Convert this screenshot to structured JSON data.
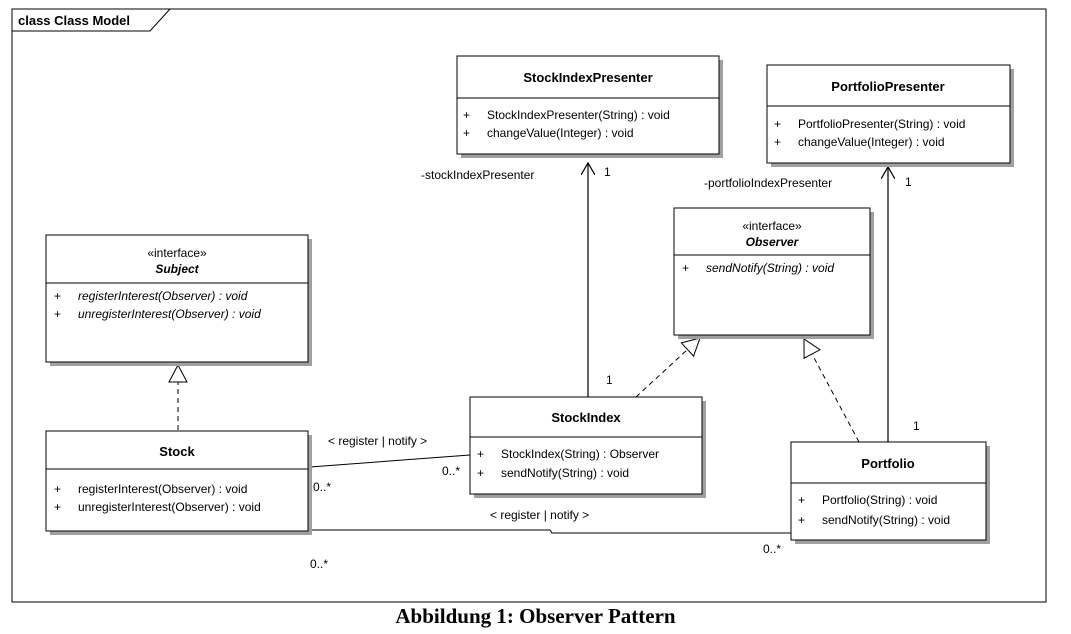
{
  "frame": {
    "title": "class Class Model"
  },
  "classes": {
    "stock_index_presenter": {
      "name": "StockIndexPresenter",
      "ops": [
        {
          "vis": "+",
          "sig": "StockIndexPresenter(String) : void"
        },
        {
          "vis": "+",
          "sig": "changeValue(Integer) : void"
        }
      ]
    },
    "portfolio_presenter": {
      "name": "PortfolioPresenter",
      "ops": [
        {
          "vis": "+",
          "sig": "PortfolioPresenter(String) : void"
        },
        {
          "vis": "+",
          "sig": "changeValue(Integer) : void"
        }
      ]
    },
    "subject": {
      "stereotype": "«interface»",
      "name": "Subject",
      "ops": [
        {
          "vis": "+",
          "sig": "registerInterest(Observer) : void"
        },
        {
          "vis": "+",
          "sig": "unregisterInterest(Observer) : void"
        }
      ]
    },
    "observer": {
      "stereotype": "«interface»",
      "name": "Observer",
      "ops": [
        {
          "vis": "+",
          "sig": "sendNotify(String) : void"
        }
      ]
    },
    "stock": {
      "name": "Stock",
      "ops": [
        {
          "vis": "+",
          "sig": "registerInterest(Observer) : void"
        },
        {
          "vis": "+",
          "sig": "unregisterInterest(Observer) : void"
        }
      ]
    },
    "stock_index": {
      "name": "StockIndex",
      "ops": [
        {
          "vis": "+",
          "sig": "StockIndex(String) : Observer"
        },
        {
          "vis": "+",
          "sig": "sendNotify(String) : void"
        }
      ]
    },
    "portfolio": {
      "name": "Portfolio",
      "ops": [
        {
          "vis": "+",
          "sig": "Portfolio(String) : void"
        },
        {
          "vis": "+",
          "sig": "sendNotify(String) : void"
        }
      ]
    }
  },
  "labels": {
    "stock_index_presenter_role": "-stockIndexPresenter",
    "stock_index_presenter_mult": "1",
    "portfolio_presenter_role": "-portfolioIndexPresenter",
    "portfolio_presenter_mult": "1",
    "stock_index_mult": "1",
    "portfolio_mult": "1",
    "assoc_stock_index_name": "< register | notify >",
    "stock_side_mult_1": "0..*",
    "stock_index_side_mult": "0..*",
    "assoc_portfolio_name": "< register | notify >",
    "stock_side_mult_2": "0..*",
    "portfolio_side_mult": "0..*"
  },
  "caption": "Abbildung 1: Observer Pattern"
}
